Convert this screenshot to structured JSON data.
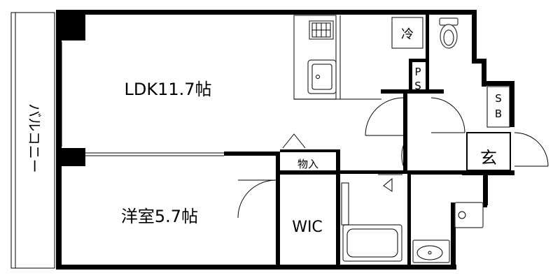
{
  "rooms": {
    "ldk": "LDK11.7帖",
    "western_room": "洋室5.7帖",
    "wic": "WIC",
    "balcony": "バルコニー",
    "storage": "物入",
    "fridge": "冷",
    "ps_p": "P",
    "ps_s": "S",
    "sb_s": "S",
    "sb_b": "B",
    "entrance": "玄"
  }
}
